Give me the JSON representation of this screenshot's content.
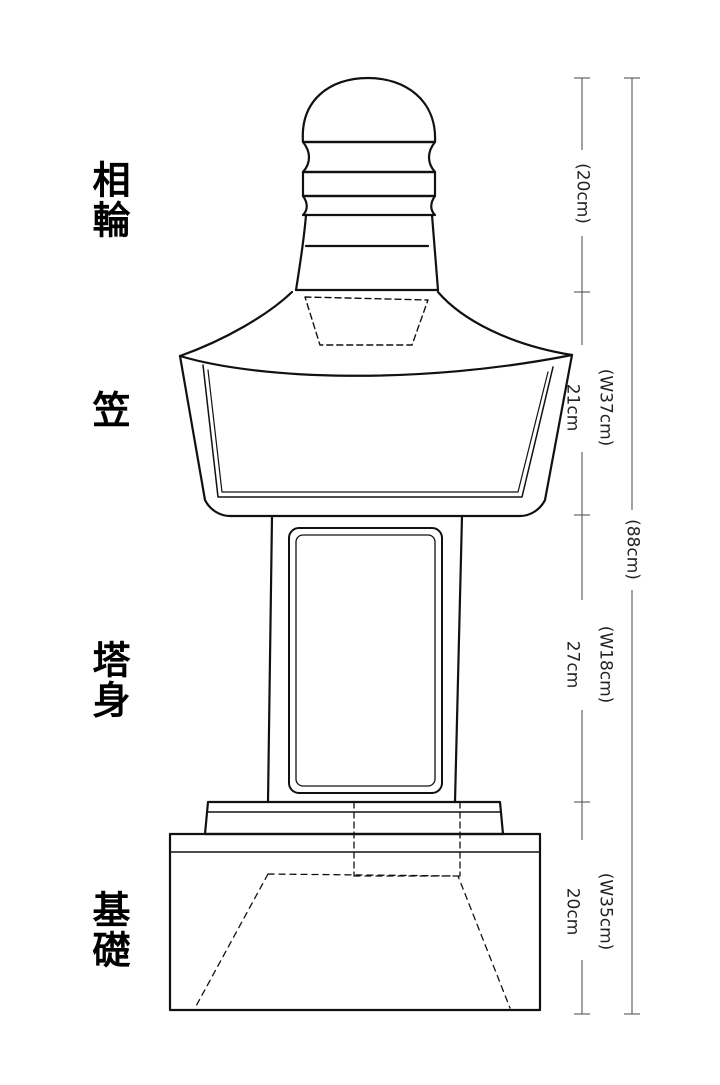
{
  "parts": [
    {
      "label": "相輪"
    },
    {
      "label": "笠"
    },
    {
      "label": "塔身"
    },
    {
      "label": "基礎"
    }
  ],
  "dimensions": {
    "sorin": "(20cm)",
    "kasa_width": "(W37cm)",
    "kasa_height": "21cm",
    "total": "(88cm)",
    "toshin_width": "(W18cm)",
    "toshin_height": "27cm",
    "kiso_width": "(W35cm)",
    "kiso_height": "20cm"
  }
}
